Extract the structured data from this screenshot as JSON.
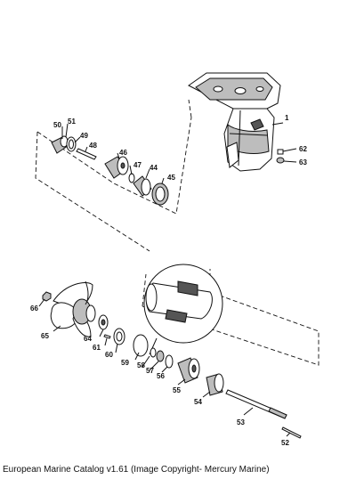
{
  "caption": "European Marine Catalog v1.61 (Image Copyright- Mercury Marine)",
  "callouts": [
    "1",
    "62",
    "63",
    "50",
    "51",
    "49",
    "48",
    "46",
    "47",
    "44",
    "45",
    "66",
    "65",
    "64",
    "61",
    "60",
    "59",
    "58",
    "57",
    "56",
    "55",
    "54",
    "53",
    "52"
  ]
}
